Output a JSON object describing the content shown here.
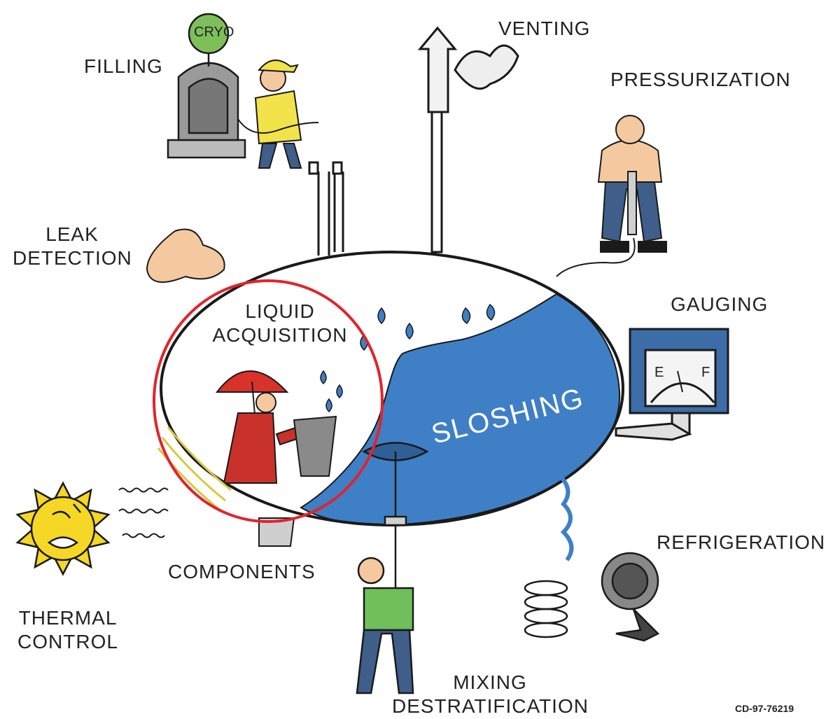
{
  "labels": {
    "filling": "FILLING",
    "venting": "VENTING",
    "pressurization": "PRESSURIZATION",
    "leak_detection_1": "LEAK",
    "leak_detection_2": "DETECTION",
    "liquid_acquisition_1": "LIQUID",
    "liquid_acquisition_2": "ACQUISITION",
    "gauging": "GAUGING",
    "sloshing": "SLOSHING",
    "refrigeration": "REFRIGERATION",
    "components": "COMPONENTS",
    "thermal_control_1": "THERMAL",
    "thermal_control_2": "CONTROL",
    "mixing_1": "MIXING",
    "mixing_2": "DESTRATIFICATION",
    "cryo": "CRYO",
    "gauge_e": "E",
    "gauge_f": "F"
  },
  "reference": "CD-97-76219",
  "colors": {
    "liquid": "#3f7fc6",
    "highlight_circle": "#e0242b",
    "sun": "#f5d726",
    "outline": "#1a1a1a"
  }
}
